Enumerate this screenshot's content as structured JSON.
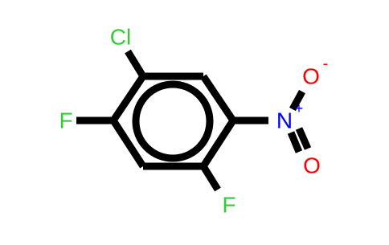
{
  "molecule": {
    "atoms": {
      "cl": {
        "label": "Cl",
        "color": "#33cc33"
      },
      "f_left": {
        "label": "F",
        "color": "#33cc33"
      },
      "f_bottom": {
        "label": "F",
        "color": "#33cc33"
      },
      "n": {
        "label": "N",
        "charge": "+",
        "color": "#0000ff"
      },
      "o_top": {
        "label": "O",
        "charge": "-",
        "color": "#ff0000"
      },
      "o_bottom": {
        "label": "O",
        "color": "#ff0000"
      }
    },
    "bond_color": "#000000"
  }
}
